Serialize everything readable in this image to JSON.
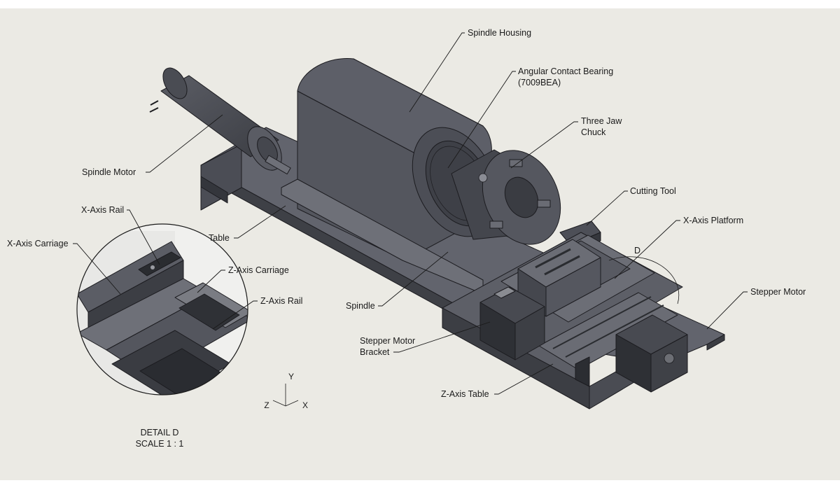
{
  "labels": {
    "spindle_housing": "Spindle Housing",
    "bearing_line1": "Angular Contact Bearing",
    "bearing_line2": "(7009BEA)",
    "chuck_line1": "Three Jaw",
    "chuck_line2": "Chuck",
    "spindle_motor": "Spindle Motor",
    "cutting_tool": "Cutting Tool",
    "x_axis_platform": "X-Axis Platform",
    "x_axis_rail": "X-Axis Rail",
    "x_axis_carriage": "X-Axis Carriage",
    "table": "Table",
    "z_axis_carriage": "Z-Axis Carriage",
    "z_axis_rail": "Z-Axis Rail",
    "spindle": "Spindle",
    "stepper_motor": "Stepper Motor",
    "bracket_line1": "Stepper Motor",
    "bracket_line2": "Bracket",
    "z_axis_table": "Z-Axis Table",
    "detail_marker": "D"
  },
  "triad": {
    "y": "Y",
    "z": "Z",
    "x": "X"
  },
  "detail": {
    "title": "DETAIL D",
    "scale": "SCALE 1 : 1"
  }
}
